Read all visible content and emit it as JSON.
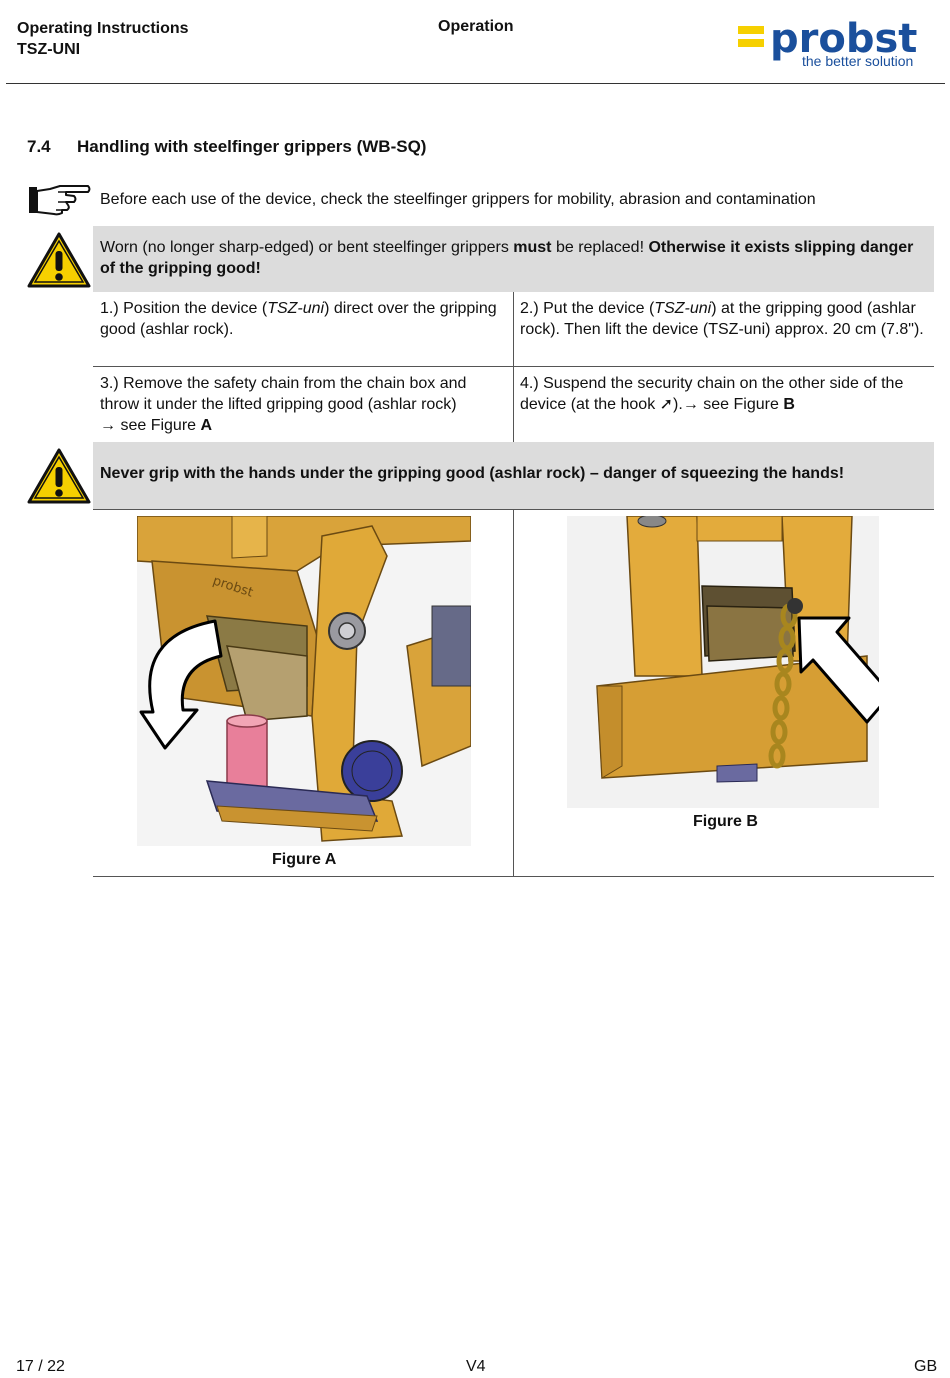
{
  "header": {
    "doc_title": "Operating Instructions",
    "doc_model": "TSZ-UNI",
    "section_name": "Operation",
    "logo_text": "probst",
    "logo_slogan": "the better solution",
    "brand_blue": "#1a4f9c",
    "brand_yellow": "#f6d000"
  },
  "section": {
    "number": "7.4",
    "title": "Handling with steelfinger grippers (WB-SQ)"
  },
  "note": {
    "icon": "pointing-hand-icon",
    "text": "Before each use of the device, check the steelfinger grippers for mobility, abrasion and contamination"
  },
  "warning1": {
    "icon": "warning-triangle-icon",
    "part1": "Worn (no longer sharp-edged) or bent steelfinger grippers ",
    "part2": "must",
    "part3": " be replaced! ",
    "part4": "Otherwise it exists slipping danger of the gripping good!"
  },
  "steps": {
    "s1_pre": "1.) Position the device (",
    "s1_it": "TSZ-uni",
    "s1_post": ") direct over the gripping good (ashlar rock).",
    "s2_pre": "2.) Put the device (",
    "s2_it": "TSZ-uni",
    "s2_post": ") at the gripping good (ashlar rock). Then lift the device (TSZ-uni) approx. 20 cm (7.8\").",
    "s3_a": "3.) Remove the safety chain from the chain box and throw it under the lifted gripping good (ashlar rock)",
    "s3_b": "→ see Figure ",
    "s3_fig": "A",
    "s4_a": "4.) Suspend the security chain on the other side of the device (at the hook ",
    "s4_arrow": "➚",
    "s4_b": ").→ see Figure ",
    "s4_fig": "B"
  },
  "warning2": {
    "icon": "warning-triangle-icon",
    "text": "Never grip with the hands under the gripping good (ashlar rock) – danger of squeezing the hands!"
  },
  "figures": {
    "a_caption": "Figure A",
    "b_caption": "Figure B"
  },
  "footer": {
    "page": "17 / 22",
    "version": "V4",
    "lang": "GB"
  }
}
